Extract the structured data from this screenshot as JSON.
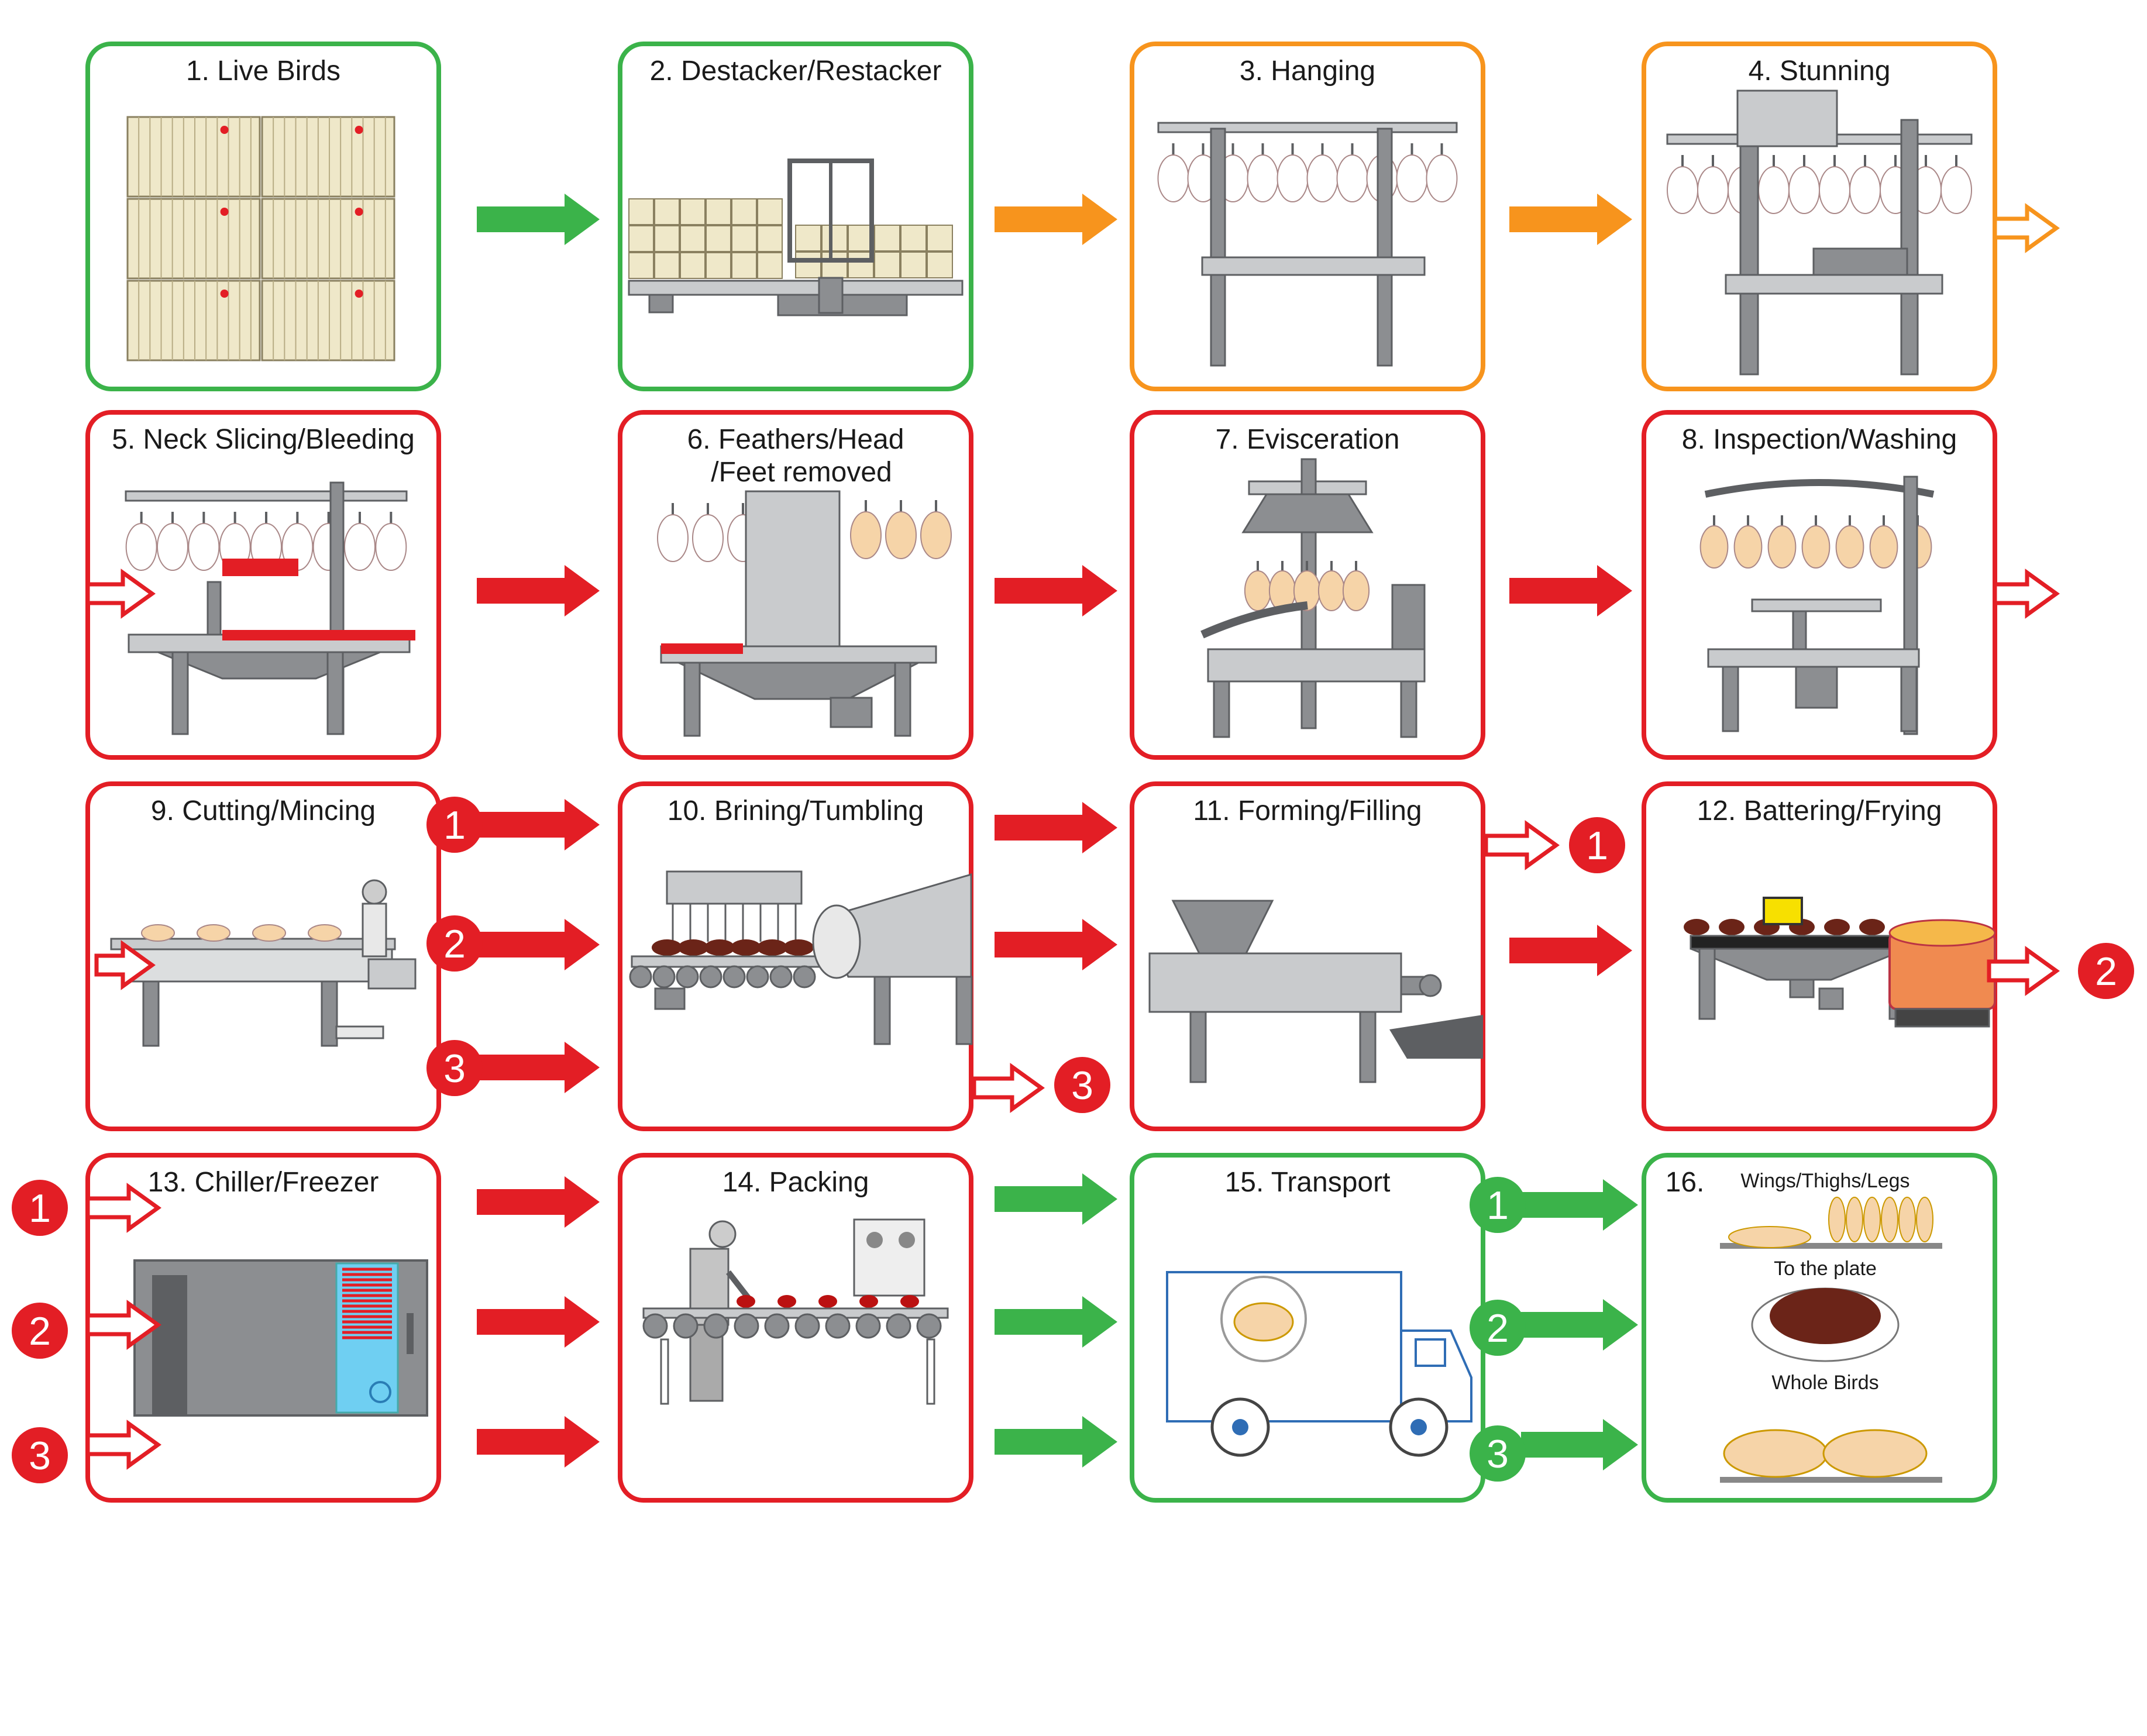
{
  "colors": {
    "green": "#3bb34a",
    "orange": "#f7941d",
    "red": "#e31e25",
    "steel": "#8c8e91",
    "steel_light": "#c9cbcd",
    "steel_dark": "#5d5f62",
    "bird": "#f6d4a8",
    "cooked": "#6b2418",
    "crate": "#efe8c9",
    "truck_blue": "#2f6db5",
    "freezer_blue": "#6fcff2"
  },
  "steps": [
    {
      "label": "1. Live Birds",
      "color": "green"
    },
    {
      "label": "2. Destacker/Restacker",
      "color": "green"
    },
    {
      "label": "3. Hanging",
      "color": "orange"
    },
    {
      "label": "4. Stunning",
      "color": "orange"
    },
    {
      "label": "5. Neck Slicing/Bleeding",
      "color": "red"
    },
    {
      "label": "6. Feathers/Head",
      "label2": "/Feet removed",
      "color": "red"
    },
    {
      "label": "7. Evisceration",
      "color": "red"
    },
    {
      "label": "8. Inspection/Washing",
      "color": "red"
    },
    {
      "label": "9. Cutting/Mincing",
      "color": "red"
    },
    {
      "label": "10. Brining/Tumbling",
      "color": "red"
    },
    {
      "label": "11. Forming/Filling",
      "color": "red"
    },
    {
      "label": "12. Battering/Frying",
      "color": "red"
    },
    {
      "label": "13. Chiller/Freezer",
      "color": "red"
    },
    {
      "label": "14. Packing",
      "color": "red"
    },
    {
      "label": "15. Transport",
      "color": "green"
    },
    {
      "label": "16.",
      "color": "green"
    }
  ],
  "route_numbers": [
    "1",
    "2",
    "3"
  ],
  "products": {
    "wings_label": "Wings/Thighs/Legs",
    "plate_label": "To the plate",
    "whole_label": "Whole Birds"
  },
  "icons": [
    "live-birds-crate-icon",
    "destacker-machine-icon",
    "hanging-line-icon",
    "stunning-machine-icon",
    "neck-slicer-icon",
    "defeathering-machine-icon",
    "evisceration-machine-icon",
    "washing-line-icon",
    "cutting-conveyor-icon",
    "brining-tumbler-icon",
    "forming-machine-icon",
    "fryer-icon",
    "freezer-icon",
    "packing-conveyor-icon",
    "delivery-truck-icon",
    "chicken-products-icon"
  ]
}
